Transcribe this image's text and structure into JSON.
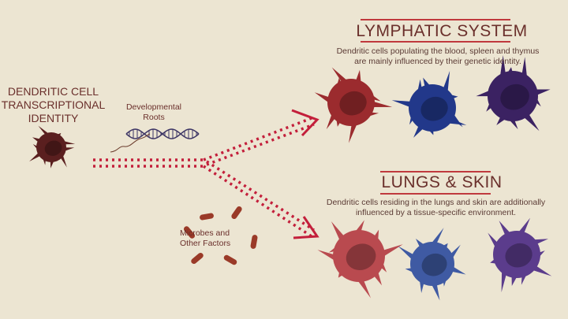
{
  "source": {
    "title_lines": [
      "DENDRITIC CELL",
      "TRANSCRIPTIONAL",
      "IDENTITY"
    ],
    "color": "#5a1f1f"
  },
  "developmental": {
    "label_lines": [
      "Developmental",
      "Roots"
    ],
    "icon": "dna-icon"
  },
  "microbes": {
    "label_lines": [
      "Microbes and",
      "Other Factors"
    ],
    "color": "#9a3a28"
  },
  "lymphatic": {
    "heading": "LYMPHATIC SYSTEM",
    "description_lines": [
      "Dendritic cells populating the blood, spleen and thymus",
      "are mainly influenced by their genetic identity."
    ],
    "cell_colors": [
      "#9b2b2e",
      "#22388a",
      "#3b2262"
    ]
  },
  "lungs_skin": {
    "heading": "LUNGS & SKIN",
    "description_lines": [
      "Dendritic cells residing in the lungs and skin are additionally",
      "influenced by a tissue-specific environment."
    ],
    "cell_colors": [
      "#b94a4f",
      "#3f5aa3",
      "#5b3c8c"
    ]
  },
  "colors": {
    "background": "#ece5d2",
    "arrow": "#c31f3b",
    "rule": "#c0393d",
    "text": "#6a2f2b"
  }
}
